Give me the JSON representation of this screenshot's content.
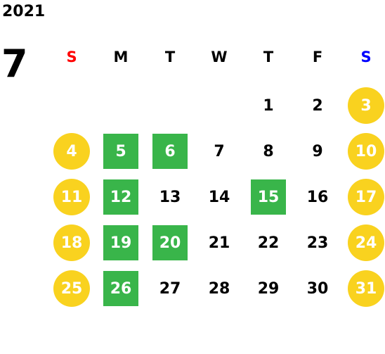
{
  "year": "2021",
  "month": "7",
  "colors": {
    "sunday_header": "#ff0000",
    "saturday_header": "#0000ff",
    "default_text": "#000000",
    "highlight_text": "#ffffff",
    "weekend_circle": "#f9d21f",
    "business_day_square": "#39b54a"
  },
  "weekdays": [
    {
      "label": "S",
      "color": "#ff0000"
    },
    {
      "label": "M",
      "color": "#000000"
    },
    {
      "label": "T",
      "color": "#000000"
    },
    {
      "label": "W",
      "color": "#000000"
    },
    {
      "label": "T",
      "color": "#000000"
    },
    {
      "label": "F",
      "color": "#000000"
    },
    {
      "label": "S",
      "color": "#0000ff"
    }
  ],
  "weeks": [
    [
      {
        "day": ""
      },
      {
        "day": ""
      },
      {
        "day": ""
      },
      {
        "day": ""
      },
      {
        "day": "1"
      },
      {
        "day": "2"
      },
      {
        "day": "3",
        "mark": "circle"
      }
    ],
    [
      {
        "day": "4",
        "mark": "circle"
      },
      {
        "day": "5",
        "mark": "square"
      },
      {
        "day": "6",
        "mark": "square"
      },
      {
        "day": "7"
      },
      {
        "day": "8"
      },
      {
        "day": "9"
      },
      {
        "day": "10",
        "mark": "circle"
      }
    ],
    [
      {
        "day": "11",
        "mark": "circle"
      },
      {
        "day": "12",
        "mark": "square"
      },
      {
        "day": "13"
      },
      {
        "day": "14"
      },
      {
        "day": "15",
        "mark": "square"
      },
      {
        "day": "16"
      },
      {
        "day": "17",
        "mark": "circle"
      }
    ],
    [
      {
        "day": "18",
        "mark": "circle"
      },
      {
        "day": "19",
        "mark": "square"
      },
      {
        "day": "20",
        "mark": "square"
      },
      {
        "day": "21"
      },
      {
        "day": "22"
      },
      {
        "day": "23"
      },
      {
        "day": "24",
        "mark": "circle"
      }
    ],
    [
      {
        "day": "25",
        "mark": "circle"
      },
      {
        "day": "26",
        "mark": "square"
      },
      {
        "day": "27"
      },
      {
        "day": "28"
      },
      {
        "day": "29"
      },
      {
        "day": "30"
      },
      {
        "day": "31",
        "mark": "circle"
      }
    ]
  ]
}
